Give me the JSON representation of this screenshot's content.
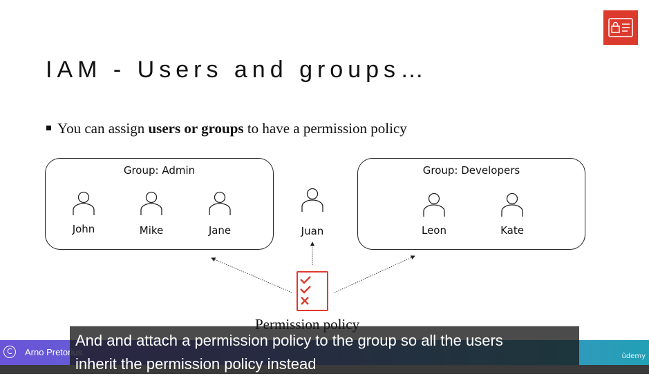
{
  "slide": {
    "title": "IAM - Users and groups…",
    "bullet": {
      "prefix": "You can assign ",
      "bold": "users or groups",
      "suffix": " to have a permission policy"
    },
    "groups": [
      {
        "label": "Group: Admin",
        "users": [
          "John",
          "Mike",
          "Jane"
        ]
      },
      {
        "label": "Group: Developers",
        "users": [
          "Leon",
          "Kate"
        ]
      }
    ],
    "standalone_user": "Juan",
    "policy_label": "Permission policy",
    "badge_icon": "iam-permissions-icon",
    "accent_color": "#dd3a2e"
  },
  "player": {
    "author": "Arno Pretorius",
    "brand": "ûdemy",
    "caption": "And and attach a permission policy to the group so all the users\ninherit the permission policy instead"
  }
}
